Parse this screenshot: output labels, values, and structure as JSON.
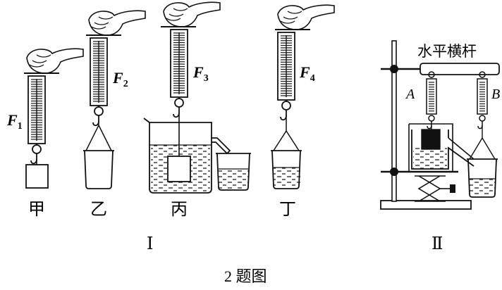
{
  "part1": {
    "force_labels": [
      {
        "main": "F",
        "sub": "1"
      },
      {
        "main": "F",
        "sub": "2"
      },
      {
        "main": "F",
        "sub": "3"
      },
      {
        "main": "F",
        "sub": "4"
      }
    ],
    "captions": [
      "甲",
      "乙",
      "丙",
      "丁"
    ],
    "numeral": "Ⅰ"
  },
  "part2": {
    "bar_label": "水平横杆",
    "label_a": "A",
    "label_b": "B",
    "numeral": "Ⅱ"
  },
  "figure_caption": "2 题图"
}
